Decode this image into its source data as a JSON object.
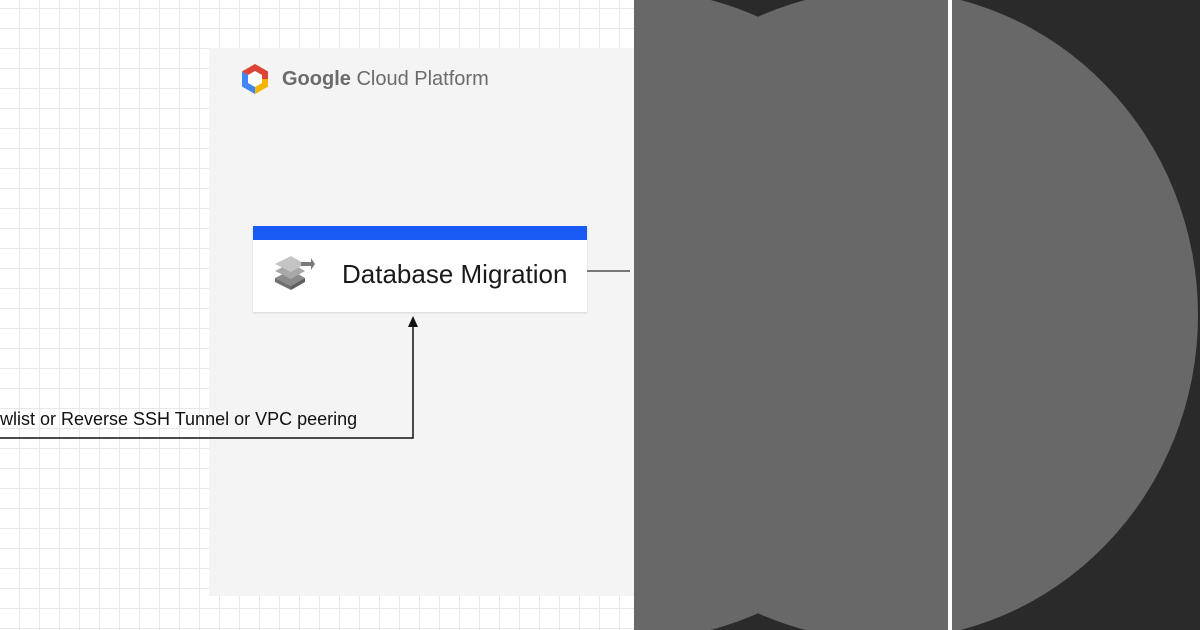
{
  "platform": {
    "brand_bold": "Google",
    "brand_rest": " Cloud Platform"
  },
  "service": {
    "label": "Database Migration",
    "icon": "database-migration-icon",
    "accent_color": "#1a5af5"
  },
  "connection": {
    "label": "wlist or Reverse SSH Tunnel or VPC peering"
  },
  "colors": {
    "panel_bg": "#f4f4f4",
    "dark_bg": "#2a2a2a",
    "circle": "#686868"
  }
}
